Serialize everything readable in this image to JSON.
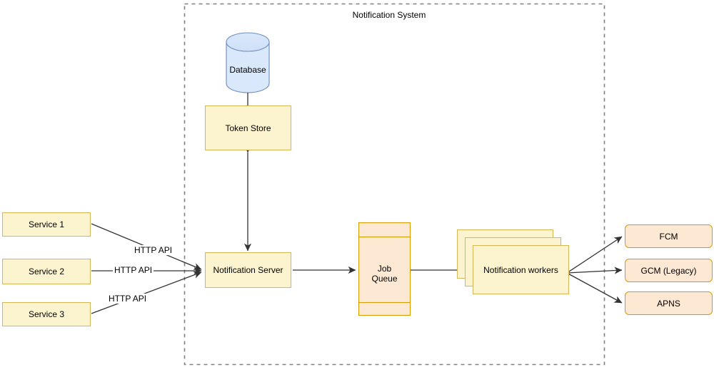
{
  "diagram": {
    "title": "Notification System",
    "boundary": {
      "style": "dashed"
    },
    "sources": [
      {
        "label": "Service 1"
      },
      {
        "label": "Service 2"
      },
      {
        "label": "Service 3"
      }
    ],
    "edge_labels": {
      "http_api_1": "HTTP API",
      "http_api_2": "HTTP API",
      "http_api_3": "HTTP API"
    },
    "nodes": {
      "database": "Database",
      "token_store": "Token Store",
      "notification_server": "Notification Server",
      "job_queue_line1": "Job",
      "job_queue_line2": "Queue",
      "notification_workers": "Notification workers"
    },
    "providers": [
      {
        "label": "FCM"
      },
      {
        "label": "GCM (Legacy)"
      },
      {
        "label": "APNS"
      }
    ],
    "colors": {
      "yellow_fill": "#fcf3cf",
      "yellow_stroke": "#d6b656",
      "peach_fill": "#fde8d4",
      "peach_stroke": "#d79b00",
      "blue_fill": "#dae8fc",
      "blue_stroke": "#6c8ebf",
      "edge_stroke": "#333333",
      "boundary_stroke": "#808080"
    }
  }
}
